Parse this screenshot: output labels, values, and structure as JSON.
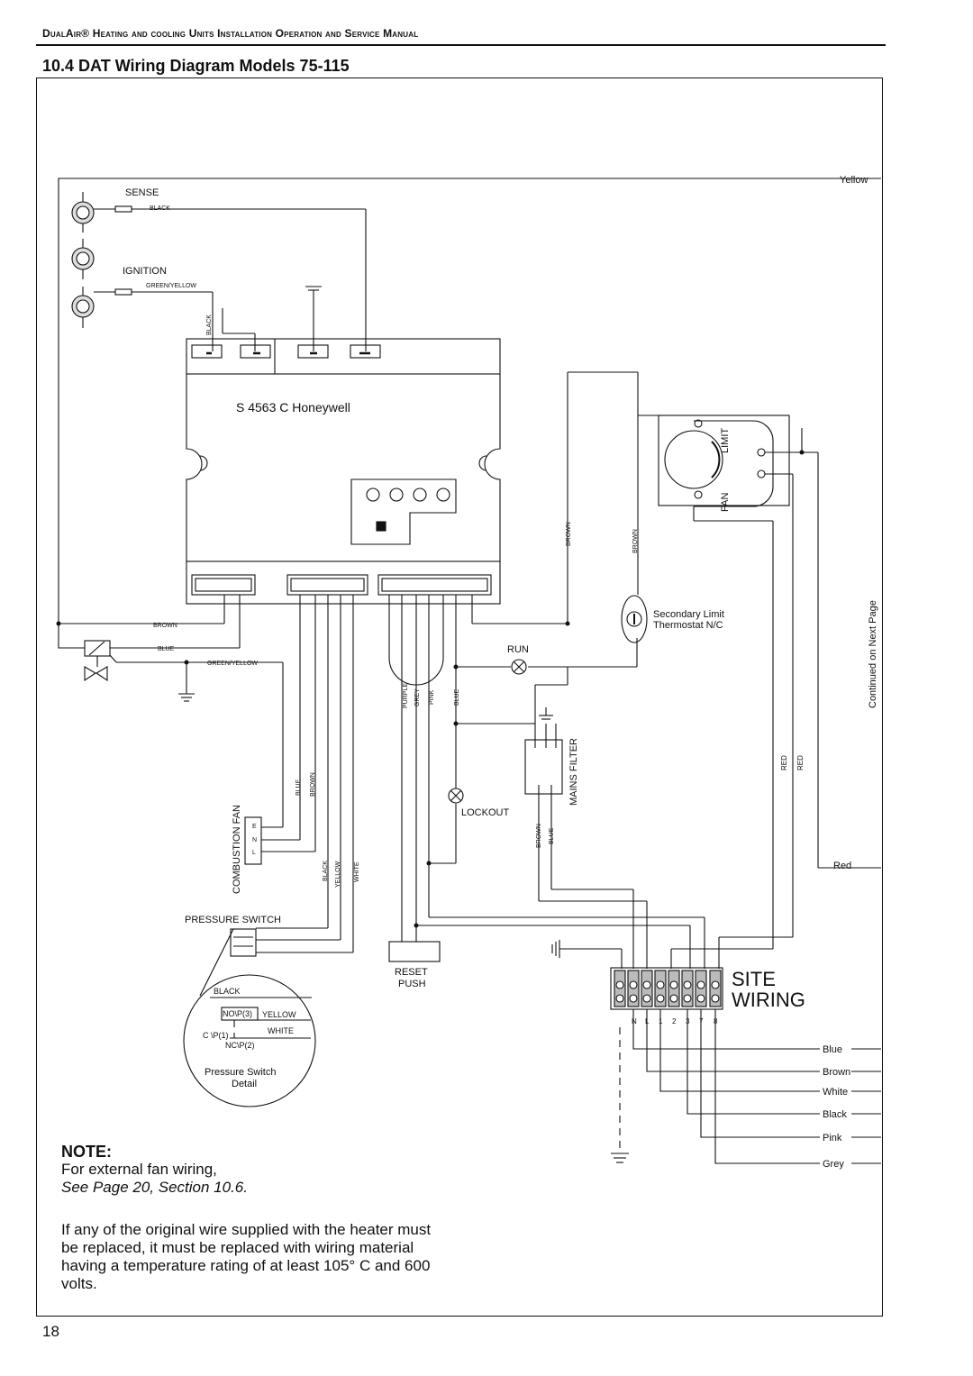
{
  "header": {
    "running_head": "DualAir® Heating and cooling Units Installation Operation and Service Manual",
    "section_title": "10.4 DAT Wiring Diagram Models 75-115"
  },
  "diagram": {
    "controller_label": "S 4563 C Honeywell",
    "sense_label": "SENSE",
    "ignition_label": "IGNITION",
    "wire_labels": {
      "black": "BLACK",
      "green_yellow": "GREEN/YELLOW",
      "brown": "BROWN",
      "blue": "BLUE",
      "purple": "PURPLE",
      "grey": "GREY",
      "pink": "PINK",
      "yellow": "YELLOW",
      "white": "WHITE",
      "red": "RED"
    },
    "combustion_fan_label": "COMBUSTION FAN",
    "fan_terminals": [
      "E",
      "N",
      "L"
    ],
    "pressure_switch_label": "PRESSURE SWITCH",
    "pressure_detail": {
      "black": "BLACK",
      "no_p3": "NO\\P(3)",
      "yellow": "YELLOW",
      "c_p1": "C \\P(1)",
      "white": "WHITE",
      "nc_p2": "NC\\P(2)",
      "caption_line1": "Pressure Switch",
      "caption_line2": "Detail"
    },
    "reset_line1": "RESET",
    "reset_line2": "PUSH",
    "run_label": "RUN",
    "lockout_label": "LOCKOUT",
    "mains_filter_label": "MAINS FILTER",
    "limit_label": "LIMIT",
    "fan_label": "FAN",
    "secondary_limit_line1": "Secondary Limit",
    "secondary_limit_line2": "Thermostat N/C",
    "continued_label": "Continued on Next Page",
    "site_wiring_line1": "SITE",
    "site_wiring_line2": "WIRING",
    "terminal_labels": [
      "N",
      "L",
      "1",
      "2",
      "3",
      "7",
      "8"
    ],
    "site_wires": [
      "Blue",
      "Brown",
      "White",
      "Black",
      "Pink",
      "Grey"
    ],
    "yellow_label": "Yellow",
    "red_label": "Red"
  },
  "note": {
    "heading": "NOTE:",
    "line1": "For external fan wiring,",
    "line2": "See Page 20, Section 10.6.",
    "paragraph": "If any of the original wire supplied with the heater must be replaced, it must be replaced with wiring material having a temperature rating of at least 105° C and 600 volts."
  },
  "page_number": "18"
}
